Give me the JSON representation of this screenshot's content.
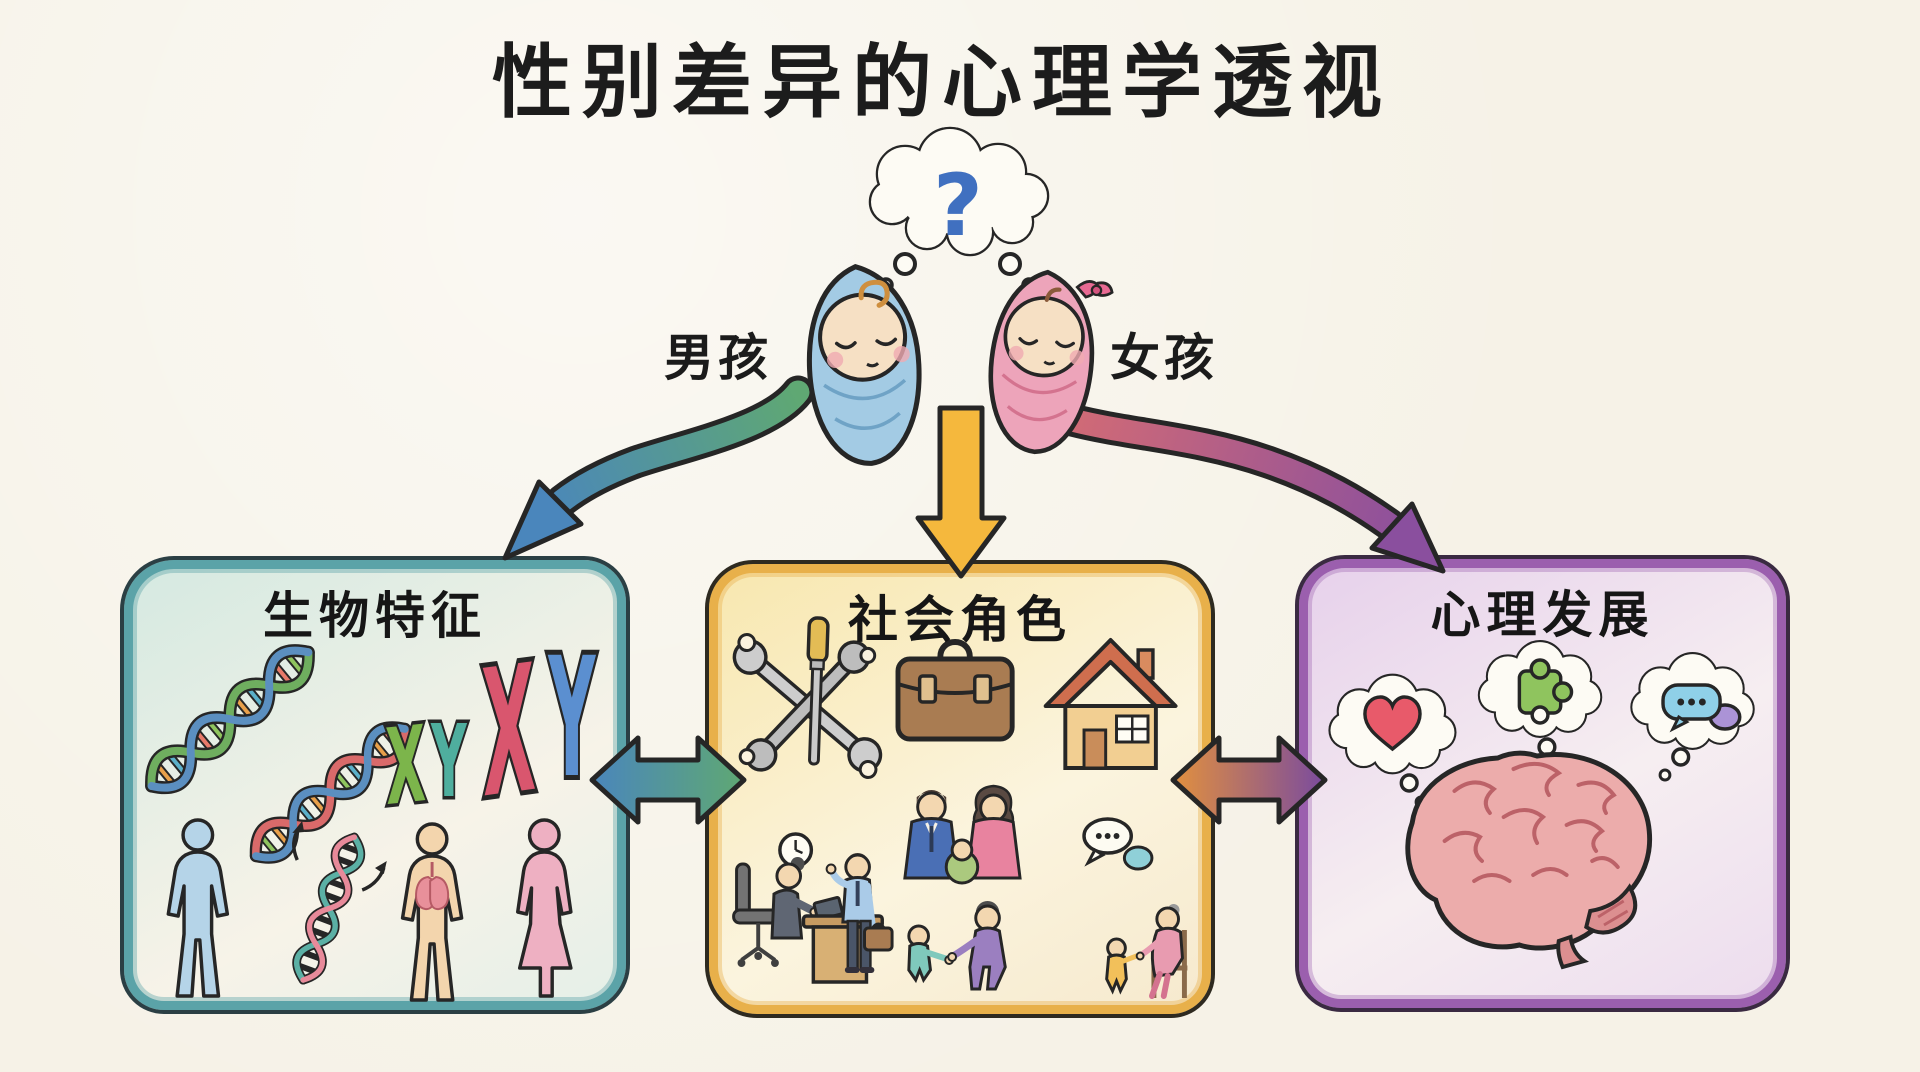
{
  "canvas": {
    "background_color": "#f6f2e7",
    "ink_color": "#262626"
  },
  "header": {
    "title": "性别差异的心理学透视"
  },
  "thought_bubble": {
    "question_mark": "?",
    "mark_color": "#4070c0"
  },
  "babies": {
    "boy": {
      "label": "男孩",
      "swaddle_color": "#a3cbe4"
    },
    "girl": {
      "label": "女孩",
      "swaddle_color": "#eda4ba"
    }
  },
  "boxes": {
    "biology": {
      "title": "生物特征",
      "band_color": "#5ba3a8",
      "chromosome_pair_small": {
        "x": "X",
        "y": "Y",
        "x_color": "#7cb54b",
        "y_color": "#4fae9e"
      },
      "chromosome_pair_large": {
        "x": "X",
        "y": "Y",
        "x_color": "#d9566e",
        "y_color": "#5b8fd0"
      },
      "icons": [
        "dna-helix-green-blue",
        "dna-helix-red-blue",
        "xy-chromosome-letters",
        "male-silhouette",
        "dna-strand-with-arrows",
        "body-with-lungs",
        "female-silhouette"
      ]
    },
    "social": {
      "title": "社会角色",
      "band_color": "#e8b04a",
      "icons": [
        "crossed-tools",
        "briefcase",
        "house",
        "wall-clock",
        "office-meeting",
        "family-with-baby",
        "speech-bubbles",
        "parent-child-hands",
        "caregiver-with-toddler"
      ]
    },
    "psychology": {
      "title": "心理发展",
      "band_color": "#9b5fae",
      "icons": [
        "heart-thought-bubble",
        "puzzle-thought-bubble",
        "chat-thought-bubble",
        "brain"
      ]
    }
  },
  "arrows": {
    "babies_to_biology": {
      "start_color": "#5fa873",
      "end_color": "#4a86bc"
    },
    "babies_to_social": {
      "color": "#f5b83d"
    },
    "babies_to_psychology": {
      "start_color": "#dd6f6f",
      "end_color": "#8a4f9e"
    },
    "biology_social_link": {
      "left_color": "#4a86bc",
      "right_color": "#5fa873"
    },
    "social_psychology_link": {
      "left_color": "#e2903e",
      "right_color": "#7a4b9e"
    }
  }
}
